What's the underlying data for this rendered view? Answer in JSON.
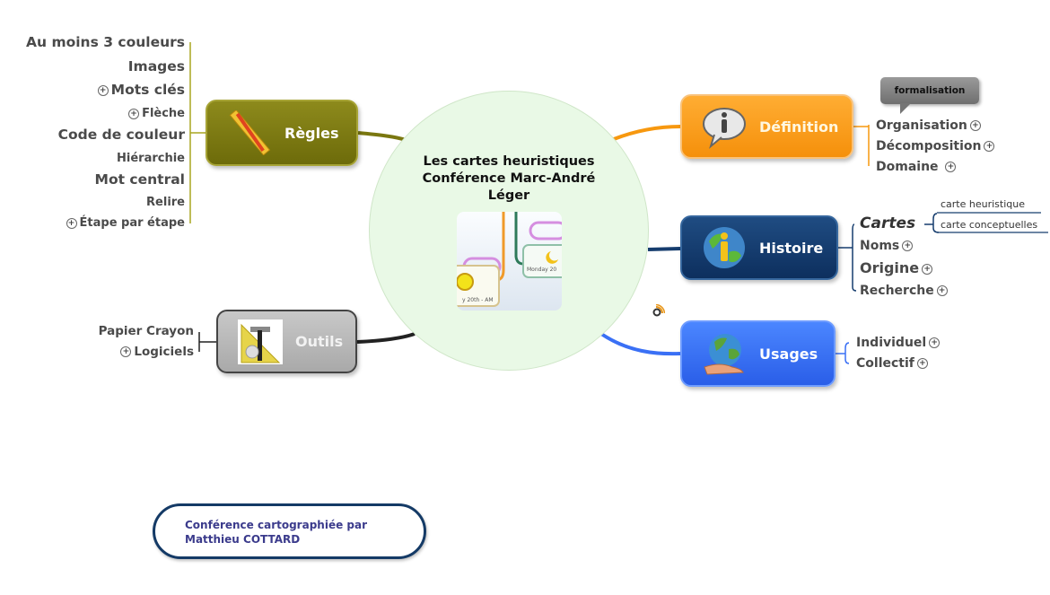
{
  "central": {
    "title_line1": "Les cartes heuristiques",
    "title_line2": "Conférence Marc-André",
    "title_line3": "Léger",
    "image": "mind-map-thumbnail"
  },
  "branches": {
    "regles": {
      "label": "Règles",
      "icon": "ruler-pencil-icon",
      "color": "#7a7710",
      "children": [
        {
          "label": "Au moins 3 couleurs",
          "expandable": false
        },
        {
          "label": "Images",
          "expandable": false
        },
        {
          "label": "Mots clés",
          "expandable": true
        },
        {
          "label": "Flèche",
          "expandable": true
        },
        {
          "label": "Code de couleur",
          "expandable": false
        },
        {
          "label": "Hiérarchie",
          "expandable": false
        },
        {
          "label": "Mot central",
          "expandable": false
        },
        {
          "label": "Relire",
          "expandable": false
        },
        {
          "label": "Étape par étape",
          "expandable": true
        }
      ]
    },
    "outils": {
      "label": "Outils",
      "icon": "tools-icon",
      "color": "#b5b5b5",
      "children": [
        {
          "label": "Papier Crayon",
          "expandable": false
        },
        {
          "label": "Logiciels",
          "expandable": true
        }
      ]
    },
    "definition": {
      "label": "Définition",
      "icon": "info-bubble-icon",
      "color": "#f7980f",
      "callout": "formalisation",
      "children": [
        {
          "label": "Organisation",
          "expandable": true
        },
        {
          "label": "Décomposition",
          "expandable": true
        },
        {
          "label": "Domaine",
          "expandable": true
        }
      ]
    },
    "histoire": {
      "label": "Histoire",
      "icon": "globe-info-icon",
      "color": "#163d6e",
      "children": [
        {
          "label": "Cartes",
          "expandable": false,
          "children": [
            {
              "label": "carte heuristique"
            },
            {
              "label": "carte conceptuelles"
            }
          ]
        },
        {
          "label": "Noms",
          "expandable": true
        },
        {
          "label": "Origine",
          "expandable": true
        },
        {
          "label": "Recherche",
          "expandable": true
        }
      ]
    },
    "usages": {
      "label": "Usages",
      "icon": "globe-hand-icon",
      "color": "#3a70f5",
      "children": [
        {
          "label": "Individuel",
          "expandable": true
        },
        {
          "label": "Collectif",
          "expandable": true
        }
      ]
    }
  },
  "credit": {
    "line1": "Conférence cartographiée par",
    "line2": "Matthieu COTTARD"
  },
  "plus_symbol": "+"
}
